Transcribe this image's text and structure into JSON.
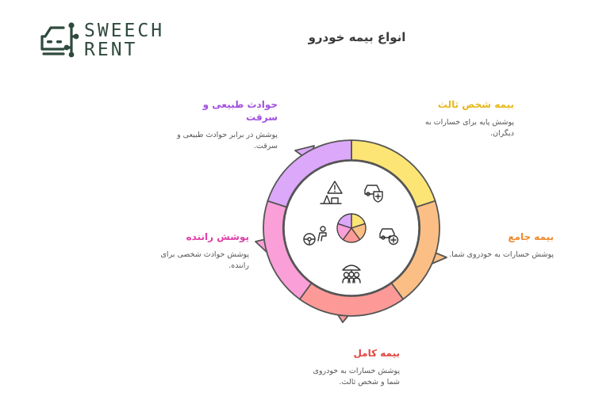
{
  "brand": {
    "line1": "SWEECH",
    "line2": "RENT",
    "color": "#2f4a3d"
  },
  "title": "انواع بیمه خودرو",
  "items": [
    {
      "key": "third_party",
      "heading": "بیمه شخص ثالث",
      "description": "پوشش پایه برای خسارات به دیگران.",
      "color": "#fde575",
      "heading_color": "#e7b81e",
      "icon": "car-shield-icon"
    },
    {
      "key": "comprehensive",
      "heading": "بیمه جامع",
      "description": "پوشش خسارات به خودروی شما.",
      "color": "#fbbf85",
      "heading_color": "#ec8a2e",
      "icon": "car-plus-icon"
    },
    {
      "key": "full",
      "heading": "بیمه کامل",
      "description": "پوشش خسارات به خودروی شما و شخص ثالث.",
      "color": "#fd9a97",
      "heading_color": "#e2453f",
      "icon": "family-umbrella-icon"
    },
    {
      "key": "driver",
      "heading": "پوشش راننده",
      "description": "پوشش حوادث شخصی برای راننده.",
      "color": "#fb9fd8",
      "heading_color": "#de3fa6",
      "icon": "driver-wheel-icon"
    },
    {
      "key": "natural_theft",
      "heading": "حوادث طبیعی و سرقت",
      "description": "پوشش در برابر حوادث طبیعی و سرقت.",
      "color": "#dca8fa",
      "heading_color": "#a14fe0",
      "icon": "warning-hazard-icon"
    }
  ],
  "ring": {
    "outline": "#555555",
    "center_outline": "#444444"
  }
}
